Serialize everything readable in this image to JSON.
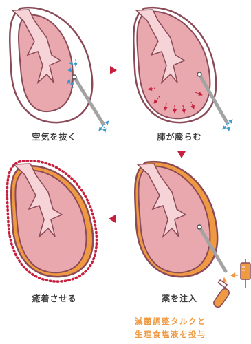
{
  "steps": [
    {
      "label": "空気を抜く"
    },
    {
      "label": "肺が膨らむ"
    },
    {
      "label": "薬を注入"
    },
    {
      "label": "癒着させる"
    }
  ],
  "note": {
    "line1": "滅菌調整タルクと",
    "line2": "生理食塩液を投与"
  },
  "colors": {
    "lung_fill": "#e9a8ae",
    "lung_outline": "#8a4a57",
    "pleura": "#b27886",
    "airway": "#f6d3d6",
    "arrow_red": "#c7203e",
    "air_blue": "#3c9bc9",
    "tube_gray": "#a3a3a3",
    "medicine_orange": "#ef9a43",
    "text_dark": "#3d3d3d"
  }
}
